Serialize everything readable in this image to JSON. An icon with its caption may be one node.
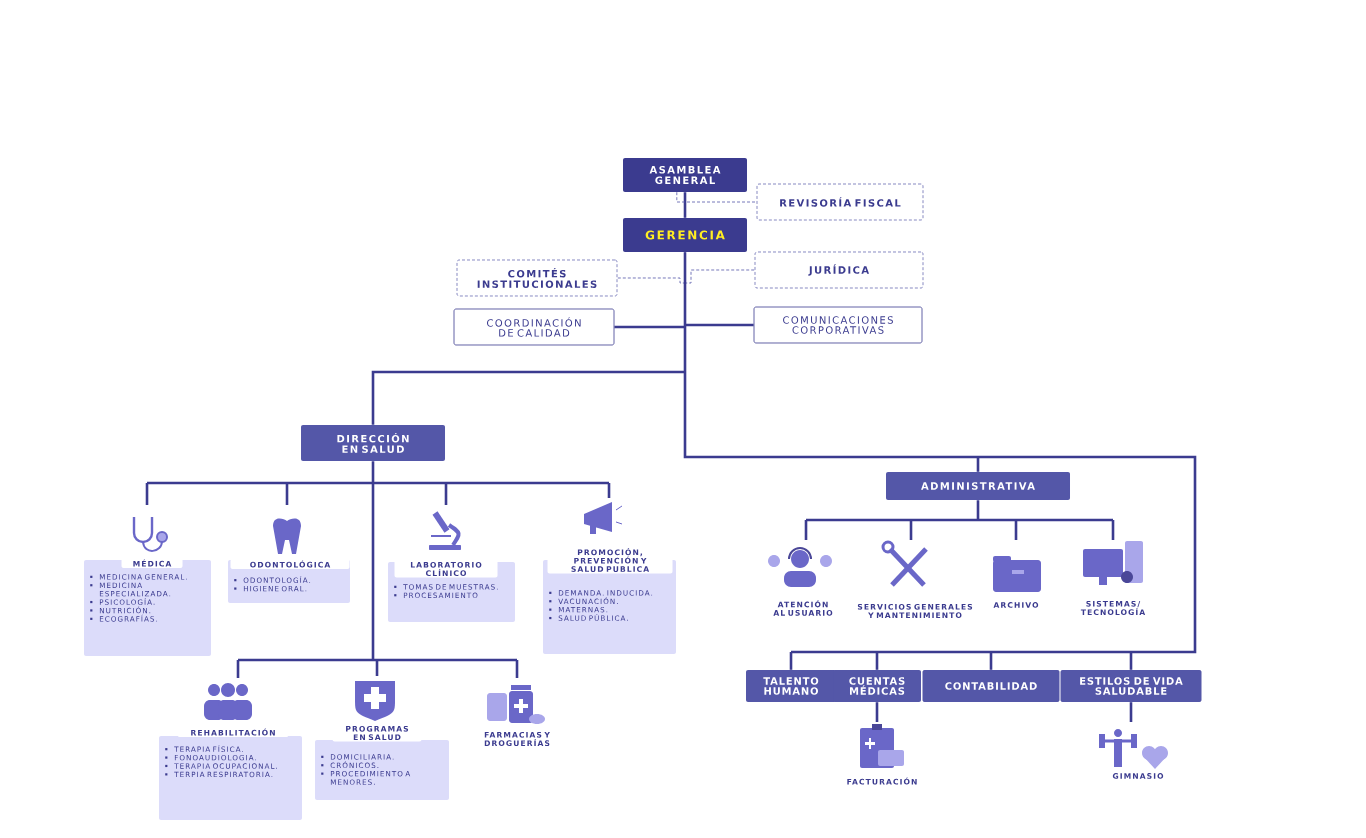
{
  "diagram": {
    "nodes": [
      {
        "text": [
          "ASAMBLEA GENERAL"
        ]
      },
      {
        "text": [
          "REVISORÍA FISCAL"
        ]
      },
      {
        "text": [
          "GERENCIA"
        ]
      },
      {
        "text": [
          "COMITÉS INSTITUCIONALES"
        ]
      },
      {
        "text": [
          "JURÍDICA"
        ]
      },
      {
        "text": [
          "COORDINACIÓN DE CALIDAD"
        ]
      },
      {
        "text": [
          "COMUNICACIONES CORPORATIVAS"
        ]
      },
      {
        "text": [
          "DIRECCIÓN EN SALUD"
        ]
      },
      {
        "text": [
          "MÉDICA",
          "MEDICINA GENERAL.",
          "MEDICINA ESPECIALIZADA.",
          "PSICOLOGÍA.",
          "NUTRICIÓN.",
          "ECOGRAFÍAS."
        ]
      },
      {
        "text": [
          "ODONTOLÓGICA",
          "ODONTOLOGÍA.",
          "HIGIENE ORAL."
        ]
      },
      {
        "text": [
          "LABORATORIO CLÍNICO",
          "TOMAS DE MUESTRAS.",
          "PROCESAMIENTO"
        ]
      },
      {
        "text": [
          "PROMOCIÓN, PREVENCIÓN Y SALUD PUBLICA",
          "DEMANDA. INDUCIDA.",
          "VACUNACIÓN.",
          "MATERNAS.",
          "SALUD PÚBLICA."
        ]
      },
      {
        "text": [
          "REHABILITACIÓN",
          "TERAPIA FÍSICA.",
          "FONOAUDIOLOGIA.",
          "TERAPIA OCUPACIONAL.",
          "TERPIA RESPIRATORIA."
        ]
      },
      {
        "text": [
          "PROGRAMAS EN SALUD",
          "DOMICILIARIA.",
          "CRÓNICOS.",
          "PROCEDIMIENTO A MENORES."
        ]
      },
      {
        "text": [
          "FARMACIAS Y DROGUERÍAS"
        ]
      },
      {
        "text": [
          "ADMINISTRATIVA"
        ]
      },
      {
        "text": [
          "ATENCIÓN AL USUARIO"
        ]
      },
      {
        "text": [
          "SERVICIOS GENERALES Y MANTENIMIENTO"
        ]
      },
      {
        "text": [
          "ARCHIVO"
        ]
      },
      {
        "text": [
          "SISTEMAS/ TECNOLOGÍA"
        ]
      },
      {
        "text": [
          "TALENTO HUMANO"
        ]
      },
      {
        "text": [
          "CUENTAS MÉDICAS"
        ]
      },
      {
        "text": [
          "CONTABILIDAD"
        ]
      },
      {
        "text": [
          "ESTILOS DE VIDA SALUDABLE"
        ]
      },
      {
        "text": [
          "FACTURACIÓN"
        ]
      },
      {
        "text": [
          "GIMNASIO"
        ]
      }
    ],
    "edges": [
      {
        "from": 0,
        "to": 2,
        "arrow": "none"
      },
      {
        "from": 0,
        "to": 1,
        "arrow": "none",
        "style": "dashed"
      },
      {
        "from": 2,
        "to": 3,
        "arrow": "none",
        "style": "dashed"
      },
      {
        "from": 2,
        "to": 4,
        "arrow": "none",
        "style": "dashed"
      },
      {
        "from": 2,
        "to": 5,
        "arrow": "none"
      },
      {
        "from": 2,
        "to": 6,
        "arrow": "none"
      },
      {
        "from": 2,
        "to": 7,
        "arrow": "none"
      },
      {
        "from": 2,
        "to": 15,
        "arrow": "none"
      },
      {
        "from": 2,
        "to": 20,
        "arrow": "none"
      },
      {
        "from": 2,
        "to": 21,
        "arrow": "none"
      },
      {
        "from": 2,
        "to": 22,
        "arrow": "none"
      },
      {
        "from": 2,
        "to": 23,
        "arrow": "none"
      },
      {
        "from": 7,
        "to": 8,
        "arrow": "none"
      },
      {
        "from": 7,
        "to": 9,
        "arrow": "none"
      },
      {
        "from": 7,
        "to": 10,
        "arrow": "none"
      },
      {
        "from": 7,
        "to": 11,
        "arrow": "none"
      },
      {
        "from": 7,
        "to": 12,
        "arrow": "none"
      },
      {
        "from": 7,
        "to": 13,
        "arrow": "none"
      },
      {
        "from": 7,
        "to": 14,
        "arrow": "none"
      },
      {
        "from": 15,
        "to": 16,
        "arrow": "none"
      },
      {
        "from": 15,
        "to": 17,
        "arrow": "none"
      },
      {
        "from": 15,
        "to": 18,
        "arrow": "none"
      },
      {
        "from": 15,
        "to": 19,
        "arrow": "none"
      },
      {
        "from": 21,
        "to": 24,
        "arrow": "none"
      },
      {
        "from": 23,
        "to": 25,
        "arrow": "none"
      }
    ]
  }
}
